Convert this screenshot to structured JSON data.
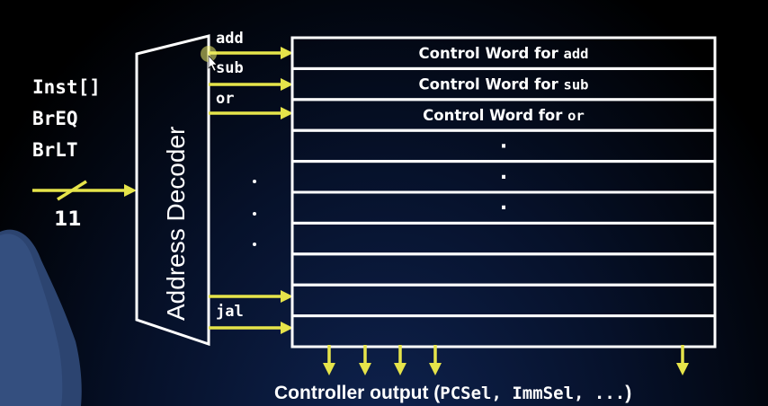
{
  "inputs": {
    "lines": [
      "Inst[]",
      "BrEQ",
      "BrLT"
    ],
    "bus_width": "11"
  },
  "decoder": {
    "label": "Address Decoder"
  },
  "decoder_outputs": [
    "add",
    "sub",
    "or",
    "jal"
  ],
  "rom": {
    "rows": [
      {
        "prefix": "Control Word for ",
        "op": "add"
      },
      {
        "prefix": "Control Word for ",
        "op": "sub"
      },
      {
        "prefix": "Control Word for ",
        "op": "or"
      },
      {
        "prefix": "",
        "op": "",
        "dot": "."
      },
      {
        "prefix": "",
        "op": "",
        "dot": "."
      },
      {
        "prefix": "",
        "op": "",
        "dot": "."
      },
      {
        "prefix": "",
        "op": ""
      },
      {
        "prefix": "",
        "op": ""
      },
      {
        "prefix": "",
        "op": ""
      },
      {
        "prefix": "",
        "op": ""
      }
    ]
  },
  "output": {
    "label_prefix": "Controller output (",
    "signals": "PCSel, ImmSel, ...",
    "label_suffix": ")"
  },
  "colors": {
    "wire": "#e6e44a",
    "box": "#ffffff",
    "text": "#ffffff"
  }
}
